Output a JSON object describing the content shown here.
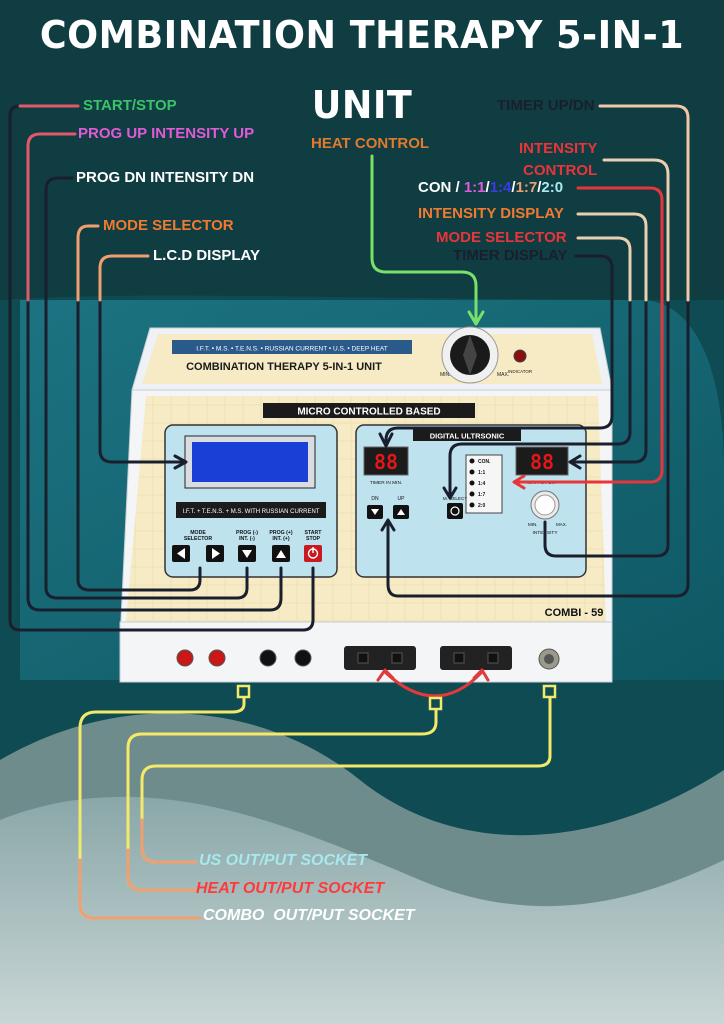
{
  "title": "COMBINATION THERAPY 5-IN-1 UNIT",
  "callouts": {
    "start_stop": "START/STOP",
    "prog_up": "PROG UP INTENSITY UP",
    "prog_dn": "PROG DN INTENSITY DN",
    "mode_selector_left": "MODE SELECTOR",
    "lcd_display": "L.C.D DISPLAY",
    "heat_control": "HEAT CONTROL",
    "timer_up_dn": "TIMER UP/DN",
    "intensity_control_1": "INTENSITY",
    "intensity_control_2": "CONTROL",
    "intensity_display": "INTENSITY DISPLAY",
    "mode_selector_right": "MODE SELECTOR",
    "timer_display": "TIMER DISPLAY",
    "con_prefix": "CON / ",
    "con_r1": "1:1",
    "con_r2": "1:4",
    "con_r3": "1:7",
    "con_r4": "2:0",
    "slash": "/"
  },
  "sockets": {
    "us": "US OUT/PUT SOCKET",
    "heat": "HEAT OUT/PUT SOCKET",
    "combo": "COMBO  OUT/PUT SOCKET"
  },
  "device": {
    "banner": "I.F.T. • M.S. • T.E.N.S. • RUSSIAN CURRENT • U.S. • DEEP HEAT",
    "name": "COMBINATION THERAPY 5-IN-1 UNIT",
    "min": "MIN.",
    "max": "MAX.",
    "indicator": "INDICATOR",
    "micro": "MICRO CONTROLLED BASED",
    "lcd_caption": "I.F.T. + T.E.N.S. + M.S. WITH RUSSIAN CURRENT",
    "btn_mode": "MODE\nSELECTOR",
    "btn_int_dn": "PROG (-)\nINT. (-)",
    "btn_int_up": "PROG (+)\nINT. (+)",
    "btn_start": "START\nSTOP",
    "digital_us": "DIGITAL ULTRSONIC",
    "timer_value": "88",
    "timer_caption": "TIMER IN MIN.",
    "dn": "DN",
    "up": "UP",
    "m_select": "M. SELECT",
    "modes": [
      "CON.",
      "1:1",
      "1:4",
      "1:7",
      "2:0"
    ],
    "watts_value": "88",
    "watts_caption": "WATT'S / CM²",
    "intensity_caption": "INTENSITY",
    "model": "COMBI - 59"
  },
  "colors": {
    "background": "#0f3d42",
    "start_stop": "#3cc36a",
    "prog_up": "#e15ad8",
    "mode_selector_left": "#f07a2e",
    "heat_control": "#e07a2e",
    "intensity_control": "#e8353a",
    "intensity_display": "#f07a2e",
    "us_socket": "#a8e8ef",
    "heat_socket": "#ff3a3a",
    "combo_socket": "#ffffff"
  }
}
